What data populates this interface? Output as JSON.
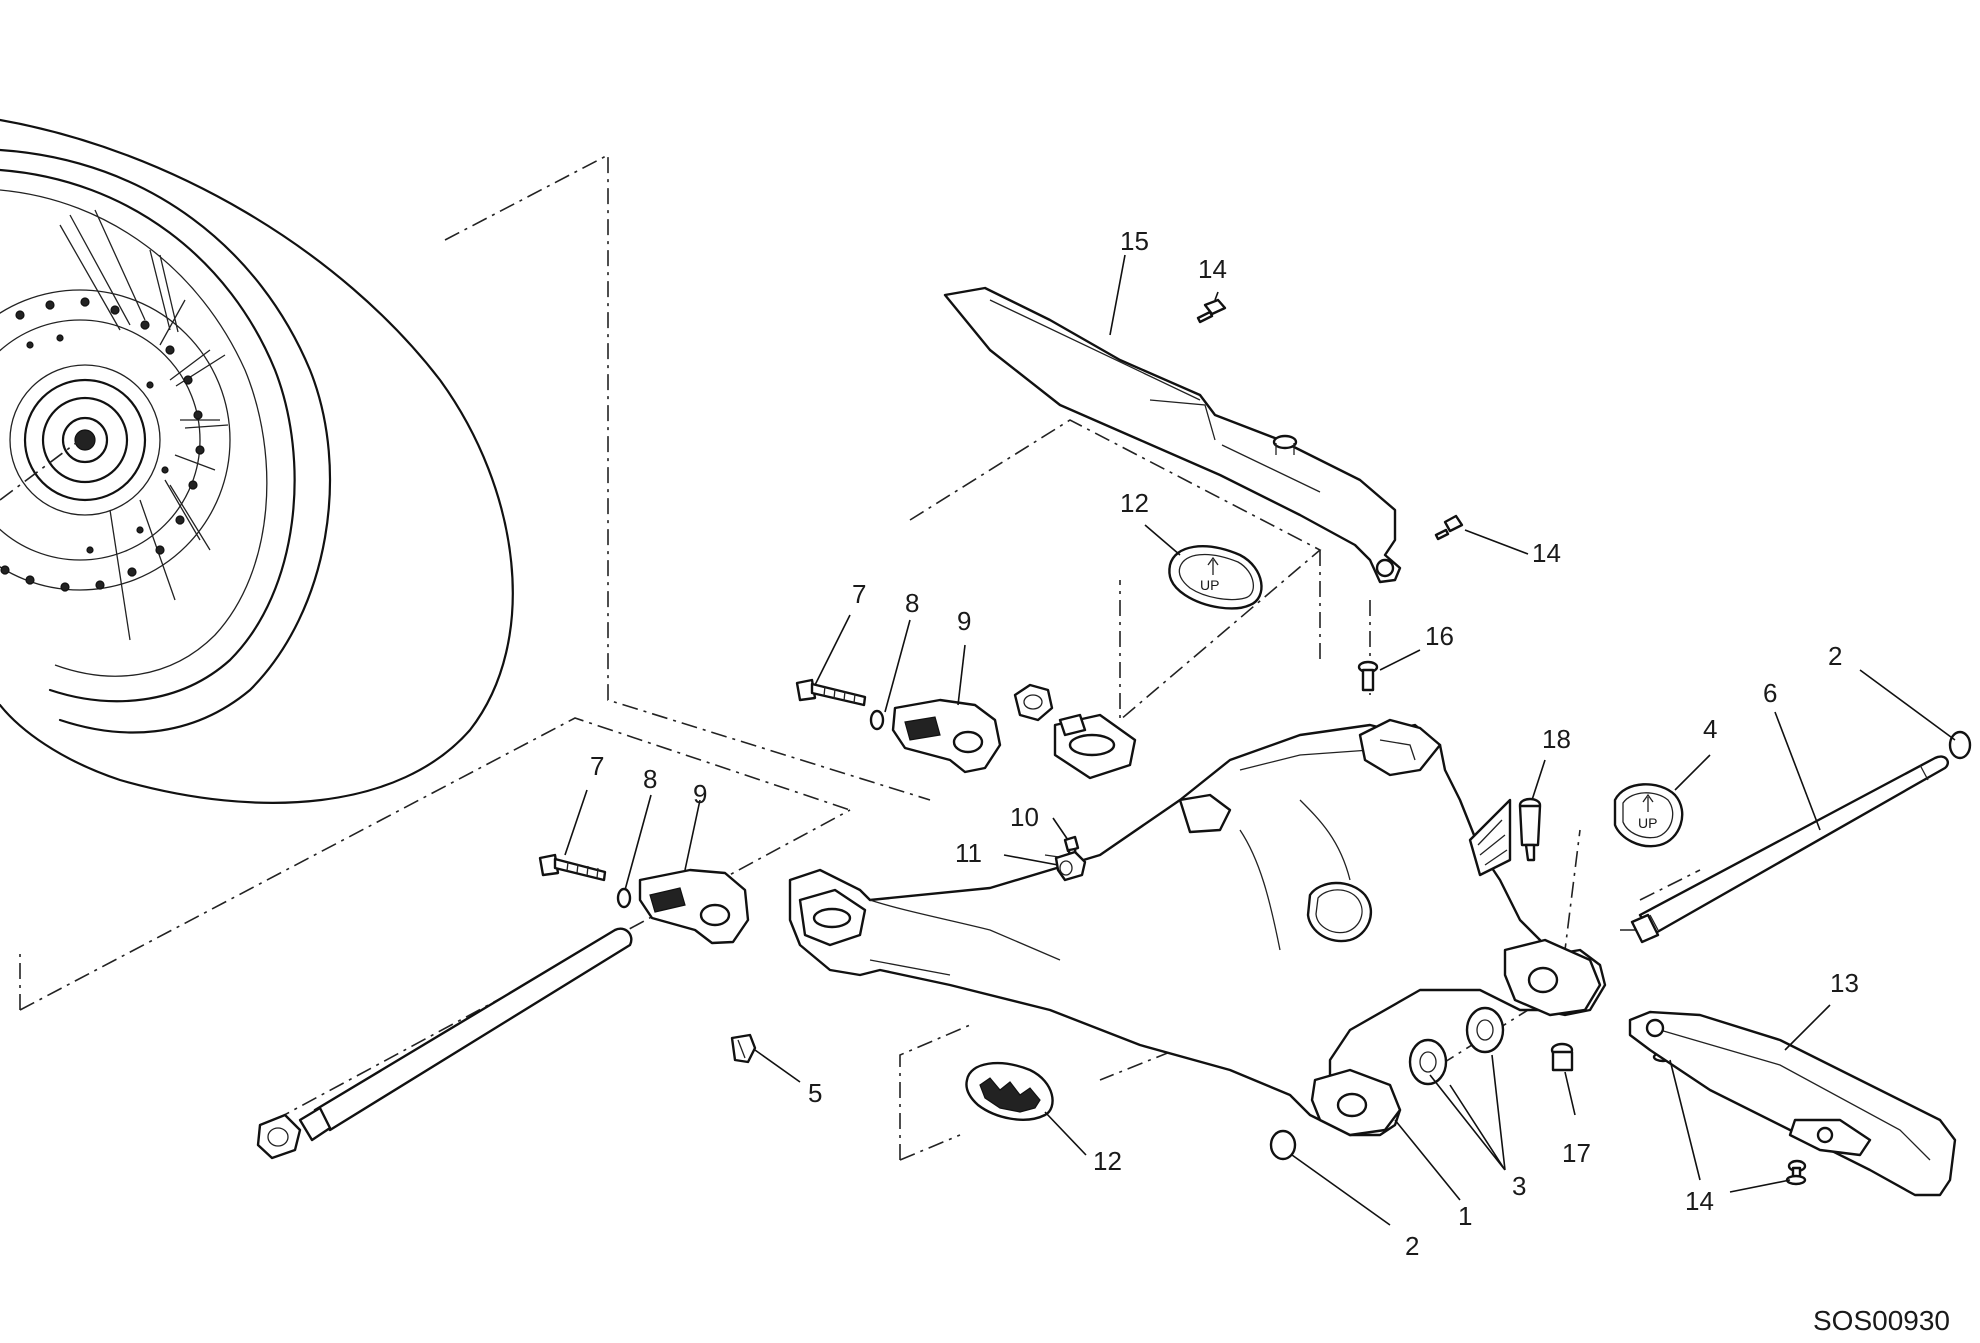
{
  "drawing_code": "SOS00930",
  "callouts": [
    {
      "id": "c15",
      "text": "15"
    },
    {
      "id": "c14a",
      "text": "14"
    },
    {
      "id": "c14b",
      "text": "14"
    },
    {
      "id": "c12a",
      "text": "12"
    },
    {
      "id": "c7a",
      "text": "7"
    },
    {
      "id": "c8a",
      "text": "8"
    },
    {
      "id": "c9a",
      "text": "9"
    },
    {
      "id": "c16",
      "text": "16"
    },
    {
      "id": "c2a",
      "text": "2"
    },
    {
      "id": "c6",
      "text": "6"
    },
    {
      "id": "c4",
      "text": "4"
    },
    {
      "id": "c18",
      "text": "18"
    },
    {
      "id": "c7b",
      "text": "7"
    },
    {
      "id": "c8b",
      "text": "8"
    },
    {
      "id": "c9b",
      "text": "9"
    },
    {
      "id": "c10",
      "text": "10"
    },
    {
      "id": "c11",
      "text": "11"
    },
    {
      "id": "c13",
      "text": "13"
    },
    {
      "id": "c5",
      "text": "5"
    },
    {
      "id": "c12b",
      "text": "12"
    },
    {
      "id": "c3",
      "text": "3"
    },
    {
      "id": "c17",
      "text": "17"
    },
    {
      "id": "c1",
      "text": "1"
    },
    {
      "id": "c14c",
      "text": "14"
    },
    {
      "id": "c2b",
      "text": "2"
    }
  ]
}
